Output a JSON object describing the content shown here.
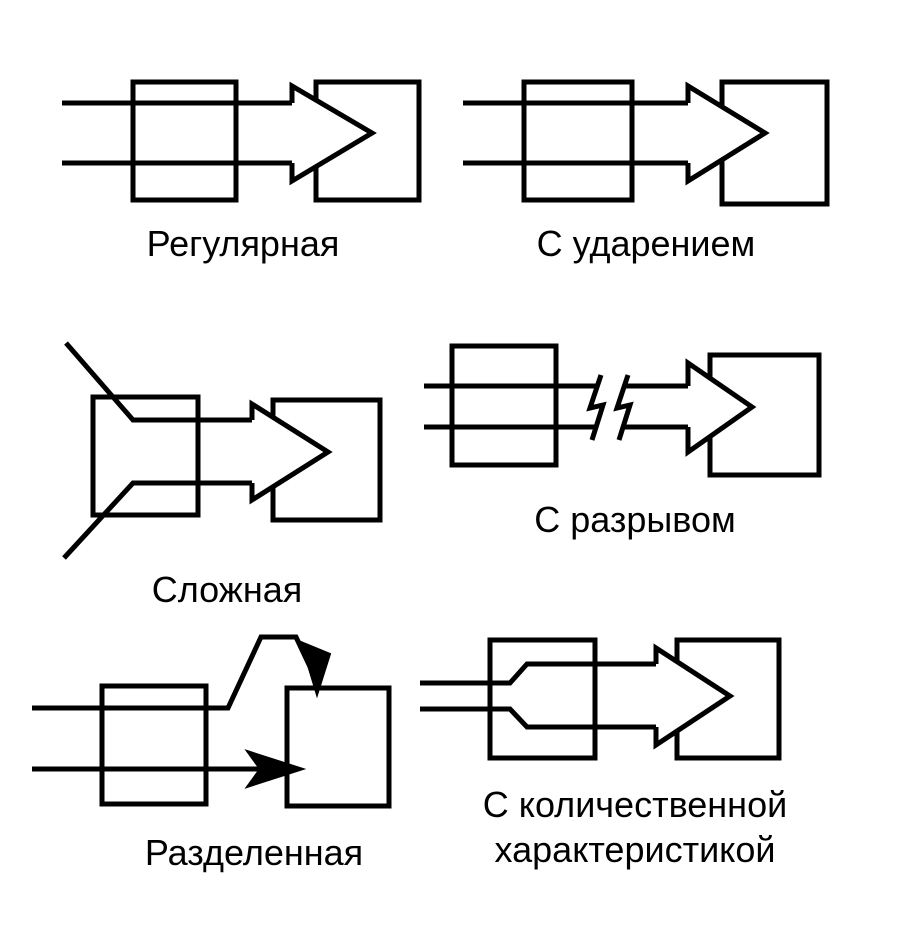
{
  "diagrams": [
    {
      "id": "regular",
      "label": "Регулярная"
    },
    {
      "id": "emphasis",
      "label": "С ударением"
    },
    {
      "id": "complex",
      "label": "Сложная"
    },
    {
      "id": "break",
      "label": "С разрывом"
    },
    {
      "id": "split",
      "label": "Разделенная"
    },
    {
      "id": "quantity",
      "label_lines": [
        "С количественной",
        "характеристикой"
      ]
    }
  ]
}
